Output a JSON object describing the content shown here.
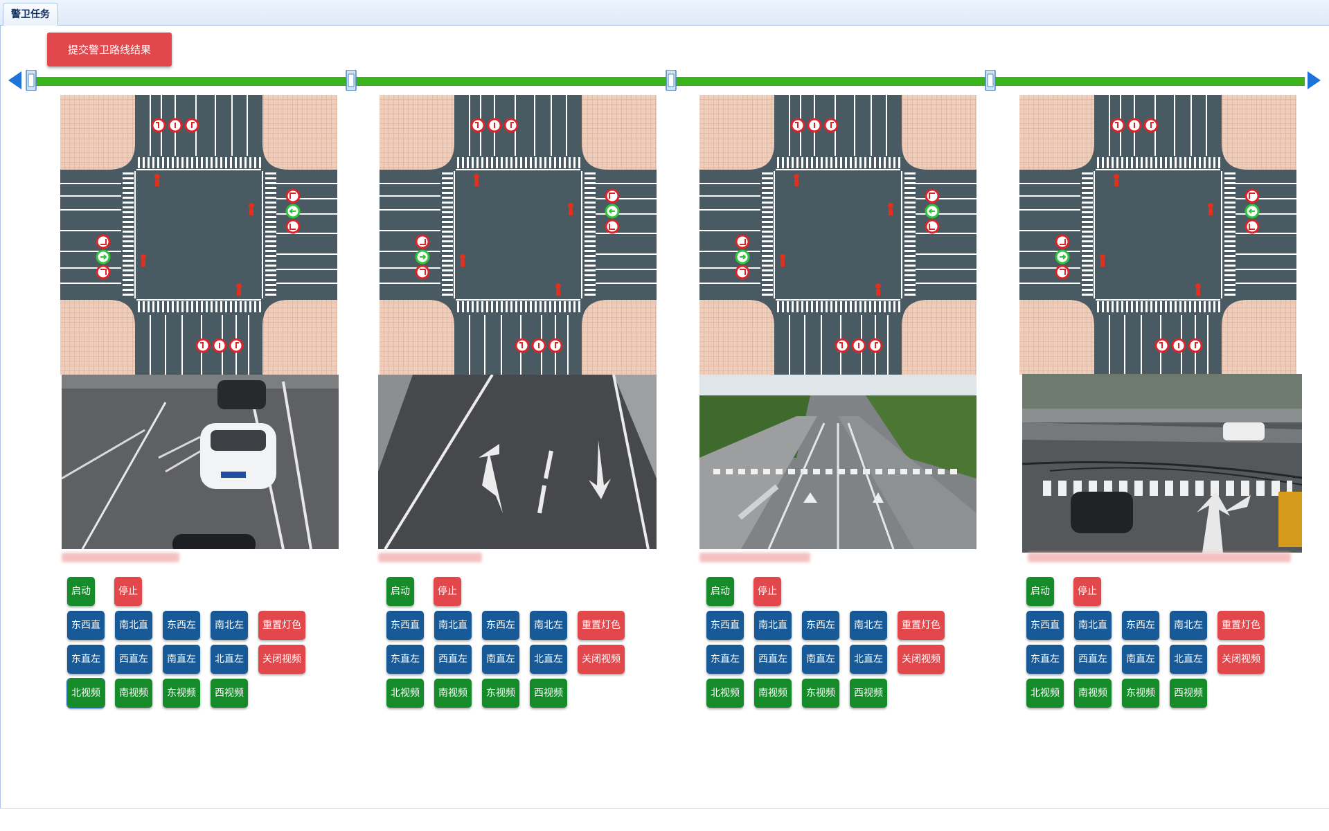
{
  "tab": {
    "title": "警卫任务"
  },
  "submit_label": "提交警卫路线结果",
  "colors": {
    "timeline": "#3cb21c",
    "arrow": "#1f73d8",
    "green_btn": "#168b2a",
    "red_btn": "#e2474c",
    "blue_btn": "#175a97"
  },
  "panels": [
    {
      "btn": {
        "start": "启动",
        "stop": "停止",
        "ew_straight": "东西直",
        "ns_straight": "南北直",
        "ew_left": "东西左",
        "ns_left": "南北左",
        "reset_light": "重置灯色",
        "e_straight_left": "东直左",
        "w_straight_left": "西直左",
        "s_straight_left": "南直左",
        "n_straight_left": "北直左",
        "close_video": "关闭视频",
        "north_video": "北视频",
        "south_video": "南视频",
        "east_video": "东视频",
        "west_video": "西视频"
      }
    },
    {
      "btn": {
        "start": "启动",
        "stop": "停止",
        "ew_straight": "东西直",
        "ns_straight": "南北直",
        "ew_left": "东西左",
        "ns_left": "南北左",
        "reset_light": "重置灯色",
        "e_straight_left": "东直左",
        "w_straight_left": "西直左",
        "s_straight_left": "南直左",
        "n_straight_left": "北直左",
        "close_video": "关闭视频",
        "north_video": "北视频",
        "south_video": "南视频",
        "east_video": "东视频",
        "west_video": "西视频"
      }
    },
    {
      "btn": {
        "start": "启动",
        "stop": "停止",
        "ew_straight": "东西直",
        "ns_straight": "南北直",
        "ew_left": "东西左",
        "ns_left": "南北左",
        "reset_light": "重置灯色",
        "e_straight_left": "东直左",
        "w_straight_left": "西直左",
        "s_straight_left": "南直左",
        "n_straight_left": "北直左",
        "close_video": "关闭视频",
        "north_video": "北视频",
        "south_video": "南视频",
        "east_video": "东视频",
        "west_video": "西视频"
      }
    },
    {
      "btn": {
        "start": "启动",
        "stop": "停止",
        "ew_straight": "东西直",
        "ns_straight": "南北直",
        "ew_left": "东西左",
        "ns_left": "南北左",
        "reset_light": "重置灯色",
        "e_straight_left": "东直左",
        "w_straight_left": "西直左",
        "s_straight_left": "南直左",
        "n_straight_left": "北直左",
        "close_video": "关闭视频",
        "north_video": "北视频",
        "south_video": "南视频",
        "east_video": "东视频",
        "west_video": "西视频"
      }
    }
  ],
  "icons": {
    "handle": "waypoint-handle-icon",
    "pedestrian": "pedestrian-signal-icon",
    "turn": "turn-signal-icon"
  }
}
